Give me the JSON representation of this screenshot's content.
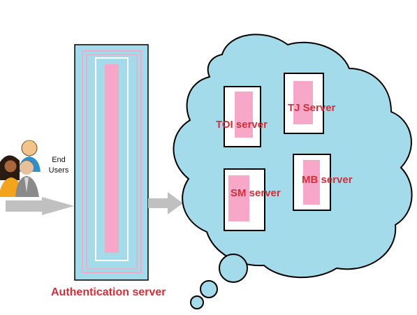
{
  "users": {
    "line1": "End",
    "line2": "Users"
  },
  "auth_server": {
    "label": "Authentication server"
  },
  "cloud": {
    "servers": [
      {
        "label": "TOI server"
      },
      {
        "label": "TJ Server"
      },
      {
        "label": "SM server"
      },
      {
        "label": "MB server"
      }
    ]
  },
  "colors": {
    "cloud_fill": "#a3dbea",
    "panel_fill": "#a3dbea",
    "pink": "#f7a8c8",
    "label_red": "#d32f3a",
    "arrow_gray": "#c0c0c0",
    "outline": "#000000"
  }
}
